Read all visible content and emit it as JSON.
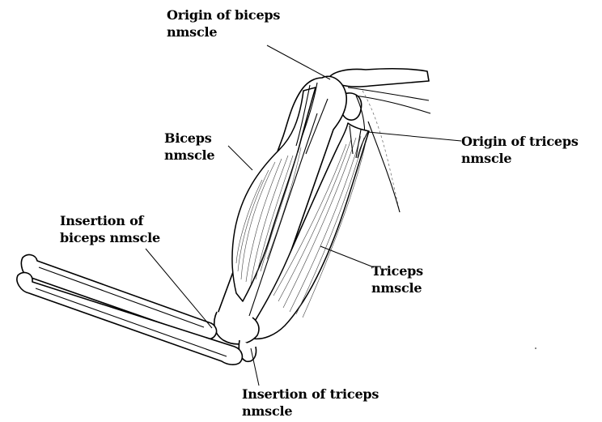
{
  "diagram": {
    "labels": {
      "origin_biceps": {
        "line1": "Origin of biceps",
        "line2": "nmscle"
      },
      "origin_triceps": {
        "line1": "Origin of triceps",
        "line2": "nmscle"
      },
      "biceps": {
        "line1": "Biceps",
        "line2": "nmscle"
      },
      "insertion_biceps": {
        "line1": "Insertion of",
        "line2": "biceps nmscle"
      },
      "triceps": {
        "line1": "Triceps",
        "line2": "nmscle"
      },
      "insertion_triceps": {
        "line1": "Insertion of triceps",
        "line2": "nmscle"
      }
    }
  }
}
